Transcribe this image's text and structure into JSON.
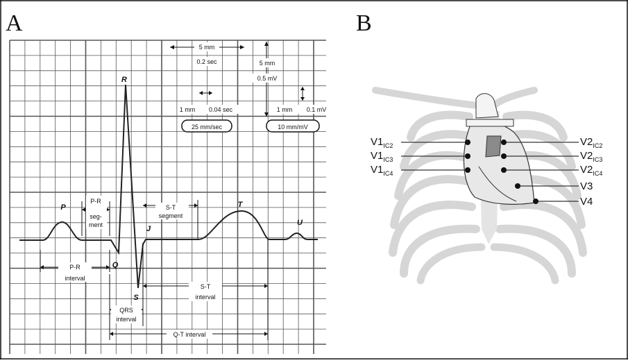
{
  "panel_a": {
    "letter": "A",
    "calibration": {
      "big_mm": "5 mm",
      "big_sec": "0.2 sec",
      "big_mm_v": "5 mm",
      "big_mv": "0.5 mV",
      "small_mm": "1 mm",
      "small_sec": "0.04 sec",
      "small_mm_v": "1 mm",
      "small_mv": "0.1 mV",
      "speed": "25 mm/sec",
      "gain": "10 mm/mV"
    },
    "waves": {
      "p": "P",
      "q": "Q",
      "r": "R",
      "s": "S",
      "t": "T",
      "u": "U",
      "j": "J"
    },
    "intervals": {
      "pr_segment_1": "P-R",
      "pr_segment_2": "seg-",
      "pr_segment_3": "ment",
      "st_segment_1": "S-T",
      "st_segment_2": "segment",
      "pr_interval_1": "P-R",
      "pr_interval_2": "interval",
      "st_interval_1": "S-T",
      "st_interval_2": "interval",
      "qrs_interval_1": "QRS",
      "qrs_interval_2": "interval",
      "qt_interval": "Q-T  interval"
    }
  },
  "panel_b": {
    "letter": "B",
    "leads_left": [
      {
        "main": "V1",
        "sub": "IC2"
      },
      {
        "main": "V1",
        "sub": "IC3"
      },
      {
        "main": "V1",
        "sub": "IC4"
      }
    ],
    "leads_right": [
      {
        "main": "V2",
        "sub": "IC2"
      },
      {
        "main": "V2",
        "sub": "IC3"
      },
      {
        "main": "V2",
        "sub": "IC4"
      },
      {
        "main": "V3",
        "sub": ""
      },
      {
        "main": "V4",
        "sub": ""
      }
    ]
  }
}
